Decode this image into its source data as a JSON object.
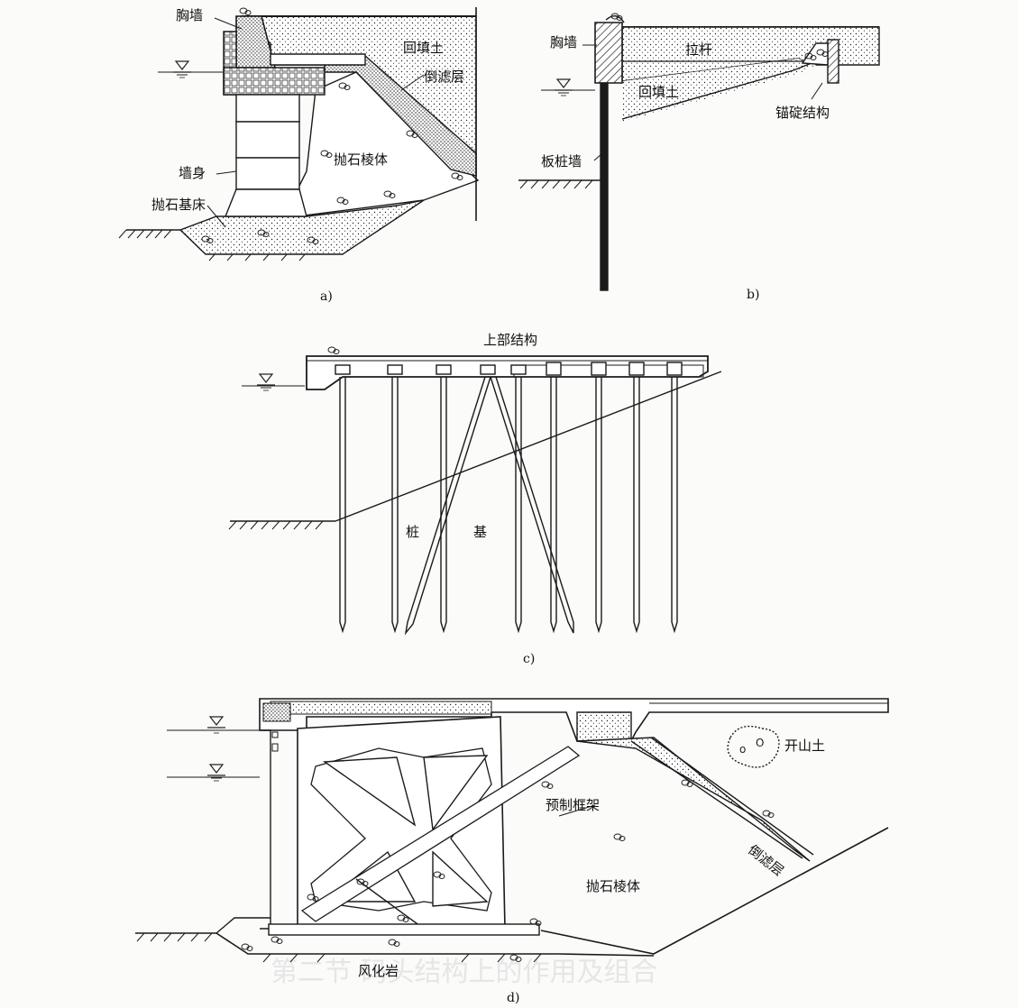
{
  "panel_a": {
    "caption": "a)",
    "labels": {
      "breast_wall": "胸墙",
      "backfill": "回填土",
      "filter_layer": "倒滤层",
      "rubble_prism": "抛石棱体",
      "wall_body": "墙身",
      "rubble_bed": "抛石基床"
    }
  },
  "panel_b": {
    "caption": "b)",
    "labels": {
      "breast_wall": "胸墙",
      "tie_rod": "拉杆",
      "backfill": "回填土",
      "anchor": "锚碇结构",
      "sheet_pile": "板桩墙"
    }
  },
  "panel_c": {
    "caption": "c)",
    "labels": {
      "superstructure": "上部结构",
      "pile_char_1": "桩",
      "pile_char_2": "基"
    }
  },
  "panel_d": {
    "caption": "d)",
    "labels": {
      "quarry_soil": "开山土",
      "precast_frame": "预制框架",
      "filter_layer": "倒滤层",
      "rubble_prism": "抛石棱体",
      "weathered_rock": "风化岩"
    }
  },
  "background_text": {
    "bleed_heading": "第二节 码头结构上的作用及组合"
  },
  "colors": {
    "line": "#1a1a1a",
    "hatch": "#333333",
    "ghost": "#dddddd"
  }
}
